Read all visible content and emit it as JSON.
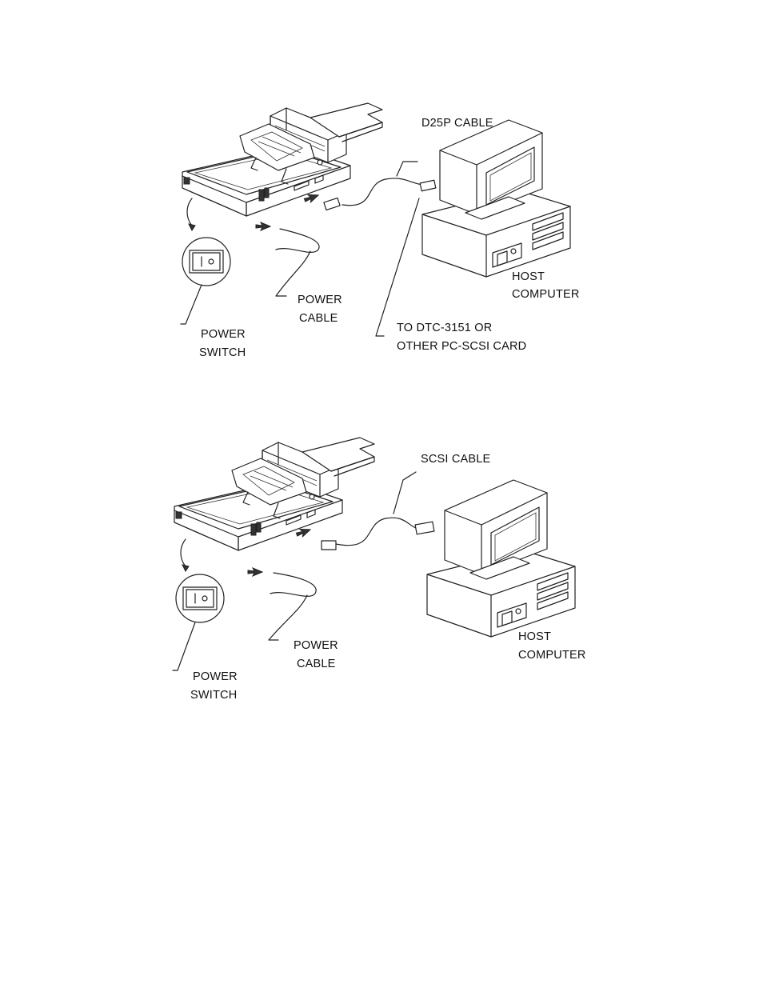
{
  "diagram1": {
    "cable_label": "D25P CABLE",
    "host_label": [
      "HOST",
      "COMPUTER"
    ],
    "power_cable_label": [
      "POWER",
      "CABLE"
    ],
    "power_switch_label": [
      "POWER",
      "SWITCH"
    ],
    "card_label": [
      "TO DTC-3151 OR",
      "OTHER PC-SCSI CARD"
    ]
  },
  "diagram2": {
    "cable_label": "SCSI CABLE",
    "host_label": [
      "HOST",
      "COMPUTER"
    ],
    "power_cable_label": [
      "POWER",
      "CABLE"
    ],
    "power_switch_label": [
      "POWER",
      "SWITCH"
    ]
  }
}
